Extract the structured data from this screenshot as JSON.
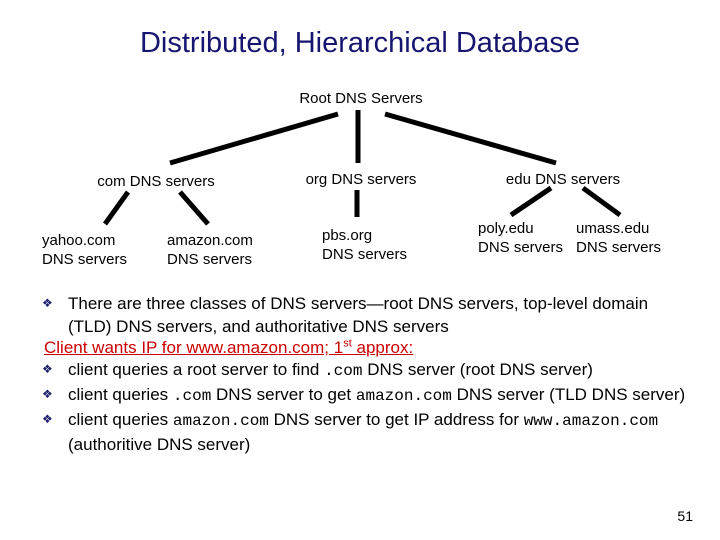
{
  "slide": {
    "title": "Distributed, Hierarchical Database",
    "page_number": "51",
    "title_color": "#161670",
    "accent_red": "#cc0000",
    "bullet_color": "#1d1d6b",
    "bullet_glyph": "❖"
  },
  "tree": {
    "root": {
      "label": "Root DNS Servers"
    },
    "tld": [
      {
        "label": "com DNS servers"
      },
      {
        "label": "org DNS servers"
      },
      {
        "label": "edu DNS servers"
      }
    ],
    "authoritative": [
      {
        "line1": "yahoo.com",
        "line2": "DNS servers"
      },
      {
        "line1": "amazon.com",
        "line2": "DNS servers"
      },
      {
        "line1": "pbs.org",
        "line2": "DNS servers"
      },
      {
        "line1": "poly.edu",
        "line2": "DNS servers"
      },
      {
        "line1": "umass.edu",
        "line2": "DNS servers"
      }
    ]
  },
  "body": {
    "bullet_1": {
      "text": "There are three classes of DNS servers—root DNS servers, top-level domain (TLD) DNS servers, and authoritative DNS servers"
    },
    "red_heading": {
      "before_sup": "Client wants IP for www.amazon.com; 1",
      "sup": "st",
      "after_sup": " approx:"
    },
    "bullet_2": {
      "part1": "client queries a root server to find ",
      "mono1": ".com",
      "part2": " DNS server (root DNS server)"
    },
    "bullet_3": {
      "part1": "client queries ",
      "mono1": ".com",
      "part2": "  DNS server to get ",
      "mono2": "amazon.com",
      "part3": " DNS server (TLD DNS server)"
    },
    "bullet_4": {
      "part1": "client queries ",
      "mono1": "amazon.com",
      "part2": " DNS server to get IP address for ",
      "mono2": "www.amazon.com",
      "part3": "  (authoritive DNS server)"
    }
  }
}
